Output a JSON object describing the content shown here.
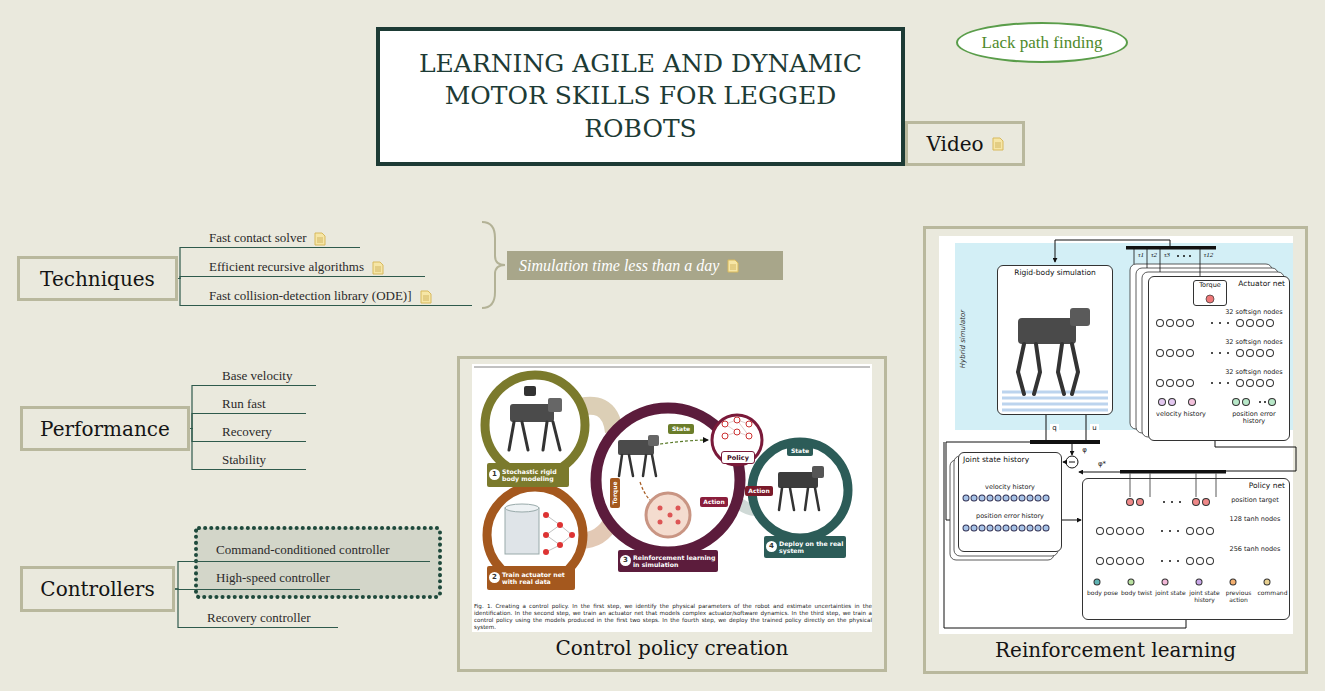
{
  "diagram": {
    "nodes": [
      {
        "text": [
          "LEARNING AGILE AND DYNAMIC MOTOR SKILLS FOR LEGGED ROBOTS"
        ]
      },
      {
        "text": [
          "Video"
        ]
      },
      {
        "text": [
          "Lack path finding"
        ]
      },
      {
        "text": [
          "Techniques"
        ]
      },
      {
        "text": [
          "Fast contact solver"
        ]
      },
      {
        "text": [
          "Efficient recursive algorithms"
        ]
      },
      {
        "text": [
          "Fast collision-detection library (ODE)]"
        ]
      },
      {
        "text": [
          "Simulation time less than a day"
        ]
      },
      {
        "text": [
          "Performance"
        ]
      },
      {
        "text": [
          "Base velocity"
        ]
      },
      {
        "text": [
          "Run fast"
        ]
      },
      {
        "text": [
          "Recovery"
        ]
      },
      {
        "text": [
          "Stability"
        ]
      },
      {
        "text": [
          "Controllers"
        ]
      },
      {
        "text": [
          "Command-conditioned controller"
        ]
      },
      {
        "text": [
          "High-speed controller"
        ]
      },
      {
        "text": [
          "Recovery controller"
        ]
      },
      {
        "text": [
          "Control policy creation"
        ]
      },
      {
        "text": [
          "Stochastic rigid body modeling"
        ],
        "in": 17
      },
      {
        "text": [
          "Train actuator net with real data"
        ],
        "in": 17
      },
      {
        "text": [
          "Policy"
        ],
        "in": 17
      },
      {
        "text": [
          "Reinforcement learning in simulation"
        ],
        "in": 17
      },
      {
        "text": [
          "Deploy on the real system"
        ],
        "in": 17
      },
      {
        "text": [
          "Reinforcement learning"
        ]
      },
      {
        "text": [
          "Rigid-body simulation"
        ],
        "in": 23
      },
      {
        "text": [
          "Actuator net"
        ],
        "in": 23
      },
      {
        "text": [
          "Torque"
        ],
        "in": 25
      },
      {
        "text": [
          "Joint state history"
        ],
        "in": 23
      },
      {
        "text": [
          "Policy net"
        ],
        "in": 23
      }
    ],
    "edges": [
      {
        "from": 3,
        "to": 4,
        "arrow": "none"
      },
      {
        "from": 3,
        "to": 5,
        "arrow": "none"
      },
      {
        "from": 3,
        "to": 6,
        "arrow": "none"
      },
      {
        "from": 8,
        "to": 9,
        "arrow": "none"
      },
      {
        "from": 8,
        "to": 10,
        "arrow": "none"
      },
      {
        "from": 8,
        "to": 11,
        "arrow": "none"
      },
      {
        "from": 8,
        "to": 12,
        "arrow": "none"
      },
      {
        "from": 13,
        "to": 14,
        "arrow": "none"
      },
      {
        "from": 13,
        "to": 15,
        "arrow": "none"
      },
      {
        "from": 13,
        "to": 16,
        "arrow": "none"
      }
    ],
    "labels": [
      "1",
      "2",
      "3",
      "4",
      "State",
      "Torque",
      "Action",
      "Action",
      "State",
      "Fig. 1. Creating a control policy. In the first step, we identify the physical parameters of the robot and estimate uncertainties in the identification. In the second step, we train an actuator net that models complex actuator/software dynamics. In the third step, we train a control policy using the models produced in the first two steps. In the fourth step, we deploy the trained policy directly on the physical system.",
      "Hybrid simulator",
      "τ1",
      "τ2",
      "τ3",
      "τ12",
      "32 softsign nodes",
      "32 softsign nodes",
      "32 softsign nodes",
      "velocity history",
      "position error history",
      "q",
      "u",
      "velocity history",
      "position error history",
      "φ",
      "φ*",
      "position target",
      "128 tanh nodes",
      "256 tanh nodes",
      "body pose",
      "body twist",
      "joint state",
      "joint state history",
      "previous action",
      "command"
    ]
  }
}
